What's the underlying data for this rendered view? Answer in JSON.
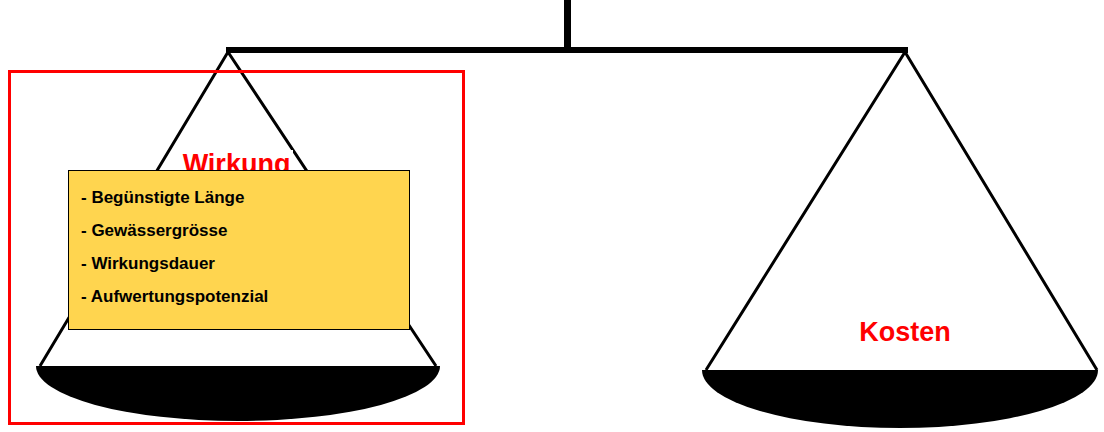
{
  "diagram": {
    "nodes": [
      {
        "text": [
          "Wirkung"
        ]
      },
      {
        "text": [
          "- Begünstigte Länge",
          "- Gewässergrösse",
          "- Wirkungsdauer",
          "- Aufwertungspotenzial"
        ],
        "in": 0
      }
    ],
    "labels": [
      "Kosten"
    ]
  }
}
